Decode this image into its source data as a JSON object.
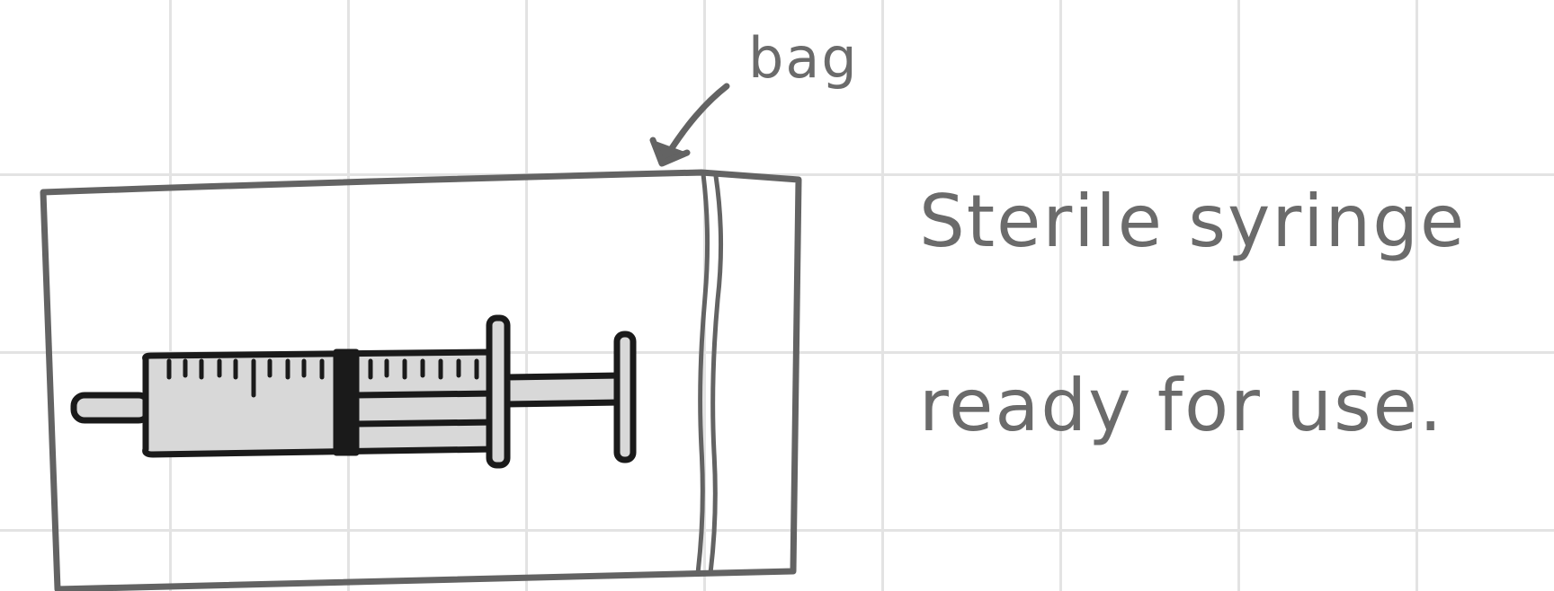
{
  "labels": {
    "bag": "bag"
  },
  "caption": {
    "line1": "Sterile syringe",
    "line2": "ready for use."
  },
  "colors": {
    "ink": "#636363",
    "syringe_fill": "#d8d8d8",
    "grid": "#e3e3e3"
  },
  "icons": {
    "syringe": "syringe-icon",
    "bag": "sealed-bag-outline",
    "pointer": "curved-arrow-icon"
  }
}
